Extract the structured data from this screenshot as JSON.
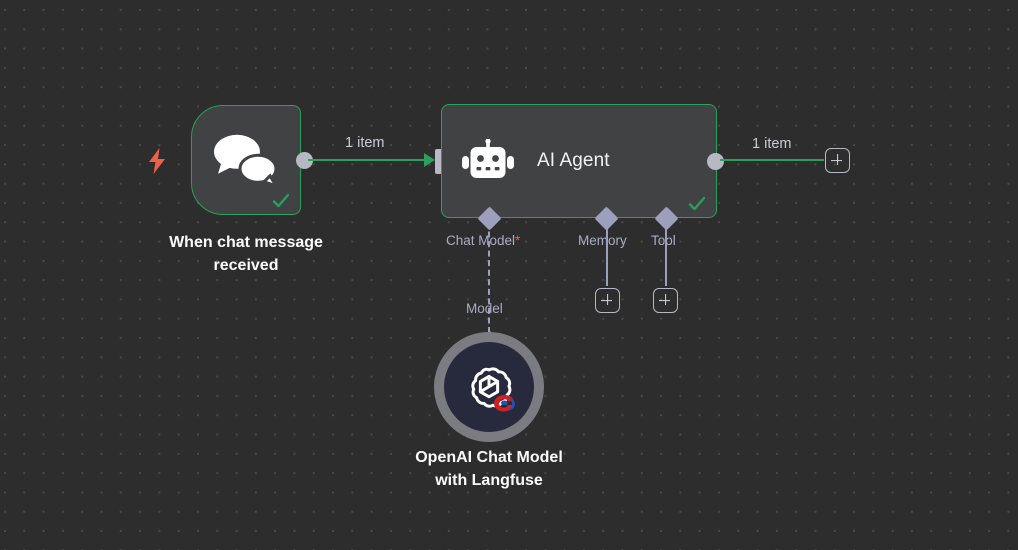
{
  "canvas": {
    "background_color": "#2d2d2d",
    "grid_dot_color": "#4a4a4a",
    "accent_green": "#29a05c",
    "port_gray": "#b6b9c4",
    "diamond_purple": "#9ca0bd",
    "trigger_bolt_color": "#ef6146"
  },
  "nodes": {
    "trigger": {
      "caption": "When chat message\nreceived",
      "icon": "chat-bubbles-icon",
      "status": "success",
      "bolt_icon": "lightning-bolt-icon"
    },
    "agent": {
      "title": "AI Agent",
      "icon": "robot-icon",
      "status": "success",
      "sub_ports": [
        {
          "label": "Chat Model",
          "required": true,
          "required_marker": "*"
        },
        {
          "label": "Memory",
          "required": false,
          "required_marker": ""
        },
        {
          "label": "Tool",
          "required": false,
          "required_marker": ""
        }
      ]
    },
    "openai": {
      "caption": "OpenAI Chat Model\nwith Langfuse",
      "sub_port_label": "Model",
      "icon": "openai-logo-icon",
      "badge_icon": "langfuse-badge-icon",
      "ring_color": "#7b7c82",
      "inner_color": "#272a3c"
    }
  },
  "connections": {
    "trigger_to_agent_label": "1 item",
    "agent_output_label": "1 item"
  },
  "buttons": {
    "add_output_node": "+",
    "add_memory_node": "+",
    "add_tool_node": "+"
  }
}
